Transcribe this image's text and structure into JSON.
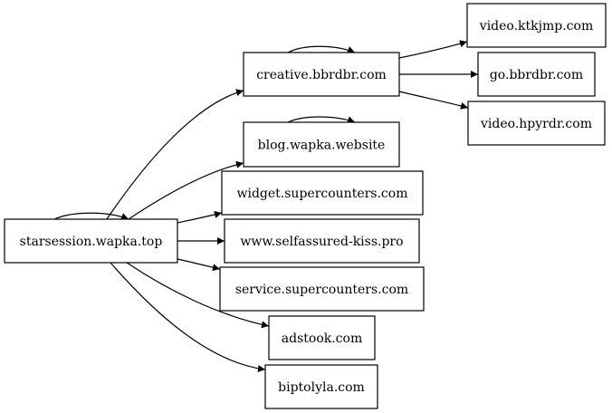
{
  "graph": {
    "type": "directed-graph",
    "nodes": [
      {
        "id": "starsession",
        "label": "starsession.wapka.top"
      },
      {
        "id": "creative",
        "label": "creative.bbrdbr.com"
      },
      {
        "id": "blog",
        "label": "blog.wapka.website"
      },
      {
        "id": "widget",
        "label": "widget.supercounters.com"
      },
      {
        "id": "selfassured",
        "label": "www.selfassured-kiss.pro"
      },
      {
        "id": "service",
        "label": "service.supercounters.com"
      },
      {
        "id": "adstook",
        "label": "adstook.com"
      },
      {
        "id": "biptolyla",
        "label": "biptolyla.com"
      },
      {
        "id": "ktkjmp",
        "label": "video.ktkjmp.com"
      },
      {
        "id": "gobbrdbr",
        "label": "go.bbrdbr.com"
      },
      {
        "id": "hpyrdr",
        "label": "video.hpyrdr.com"
      }
    ],
    "edges": [
      {
        "from": "starsession",
        "to": "starsession"
      },
      {
        "from": "starsession",
        "to": "creative"
      },
      {
        "from": "starsession",
        "to": "blog"
      },
      {
        "from": "starsession",
        "to": "widget"
      },
      {
        "from": "starsession",
        "to": "selfassured"
      },
      {
        "from": "starsession",
        "to": "service"
      },
      {
        "from": "starsession",
        "to": "adstook"
      },
      {
        "from": "starsession",
        "to": "biptolyla"
      },
      {
        "from": "creative",
        "to": "creative"
      },
      {
        "from": "creative",
        "to": "ktkjmp"
      },
      {
        "from": "creative",
        "to": "gobbrdbr"
      },
      {
        "from": "creative",
        "to": "hpyrdr"
      },
      {
        "from": "blog",
        "to": "blog"
      }
    ]
  }
}
